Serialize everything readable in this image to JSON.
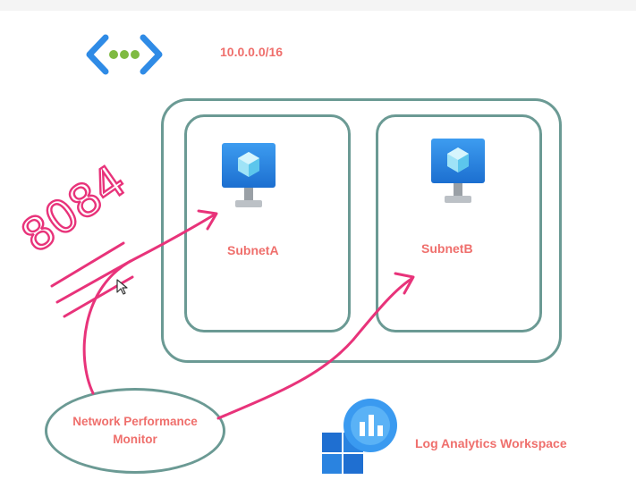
{
  "vnet": {
    "address_space": "10.0.0.0/16",
    "icon": "virtual-network-icon"
  },
  "subnets": [
    {
      "label": "SubnetA",
      "icon": "virtual-machine-icon"
    },
    {
      "label": "SubnetB",
      "icon": "virtual-machine-icon"
    }
  ],
  "monitor": {
    "line1": "Network Performance",
    "line2": "Monitor"
  },
  "workspace": {
    "label": "Log Analytics Workspace",
    "icon": "log-analytics-icon"
  },
  "annotation": {
    "port": "8084"
  },
  "colors": {
    "label_text": "#ef6f6c",
    "outline": "#6b9a94",
    "ink": "#e8337a",
    "azure_blue": "#2f8be6",
    "vnet_green": "#7fba42"
  }
}
